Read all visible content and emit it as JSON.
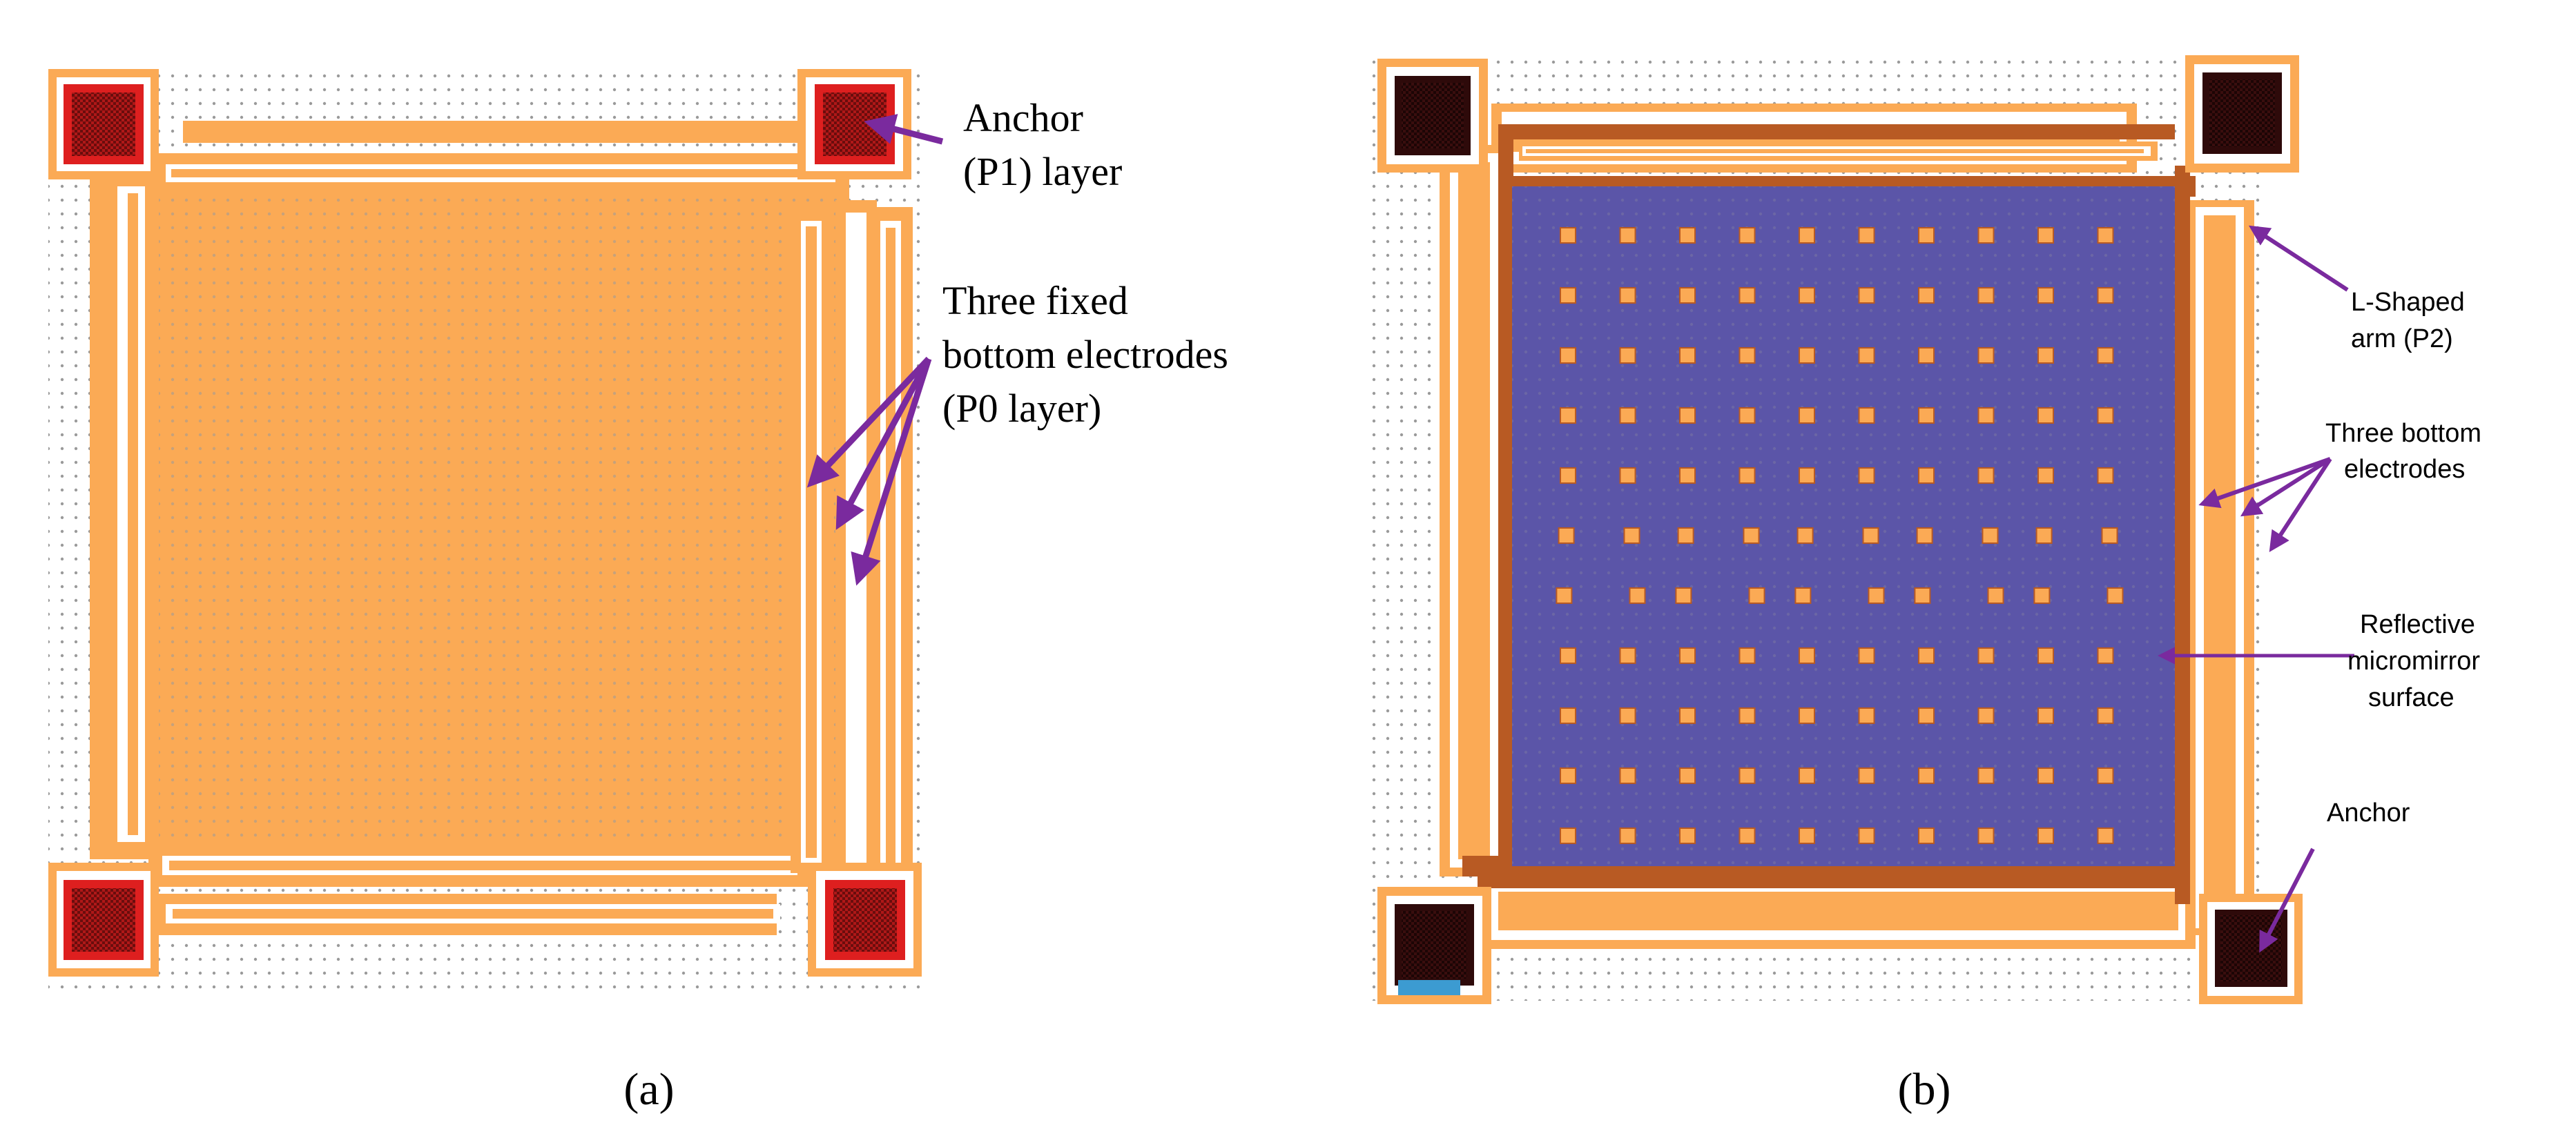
{
  "colors": {
    "orange": "#FBAA55",
    "anchor_red": "#DE1F1F",
    "anchor_dark": "#2E0A0A",
    "mirror_blue": "#5B55A8",
    "brown_arm": "#B85A23",
    "arrow_purple": "#7A2A9E",
    "dot_grid": "#9A9A9A",
    "tab_blue": "#3C9BD1"
  },
  "panel_a": {
    "caption": "(a)",
    "label_anchor_line1": "Anchor",
    "label_anchor_line2": "(P1) layer",
    "label_electrodes_line1": "Three fixed",
    "label_electrodes_line2": "bottom electrodes",
    "label_electrodes_line3": "(P0 layer)"
  },
  "panel_b": {
    "caption": "(b)",
    "label_arm_line1": "L-Shaped",
    "label_arm_line2": "arm (P2)",
    "label_electrodes_line1": "Three bottom",
    "label_electrodes_line2": "electrodes",
    "label_mirror_line1": "Reflective",
    "label_mirror_line2": "micromirror",
    "label_mirror_line3": "surface",
    "label_anchor": "Anchor"
  }
}
